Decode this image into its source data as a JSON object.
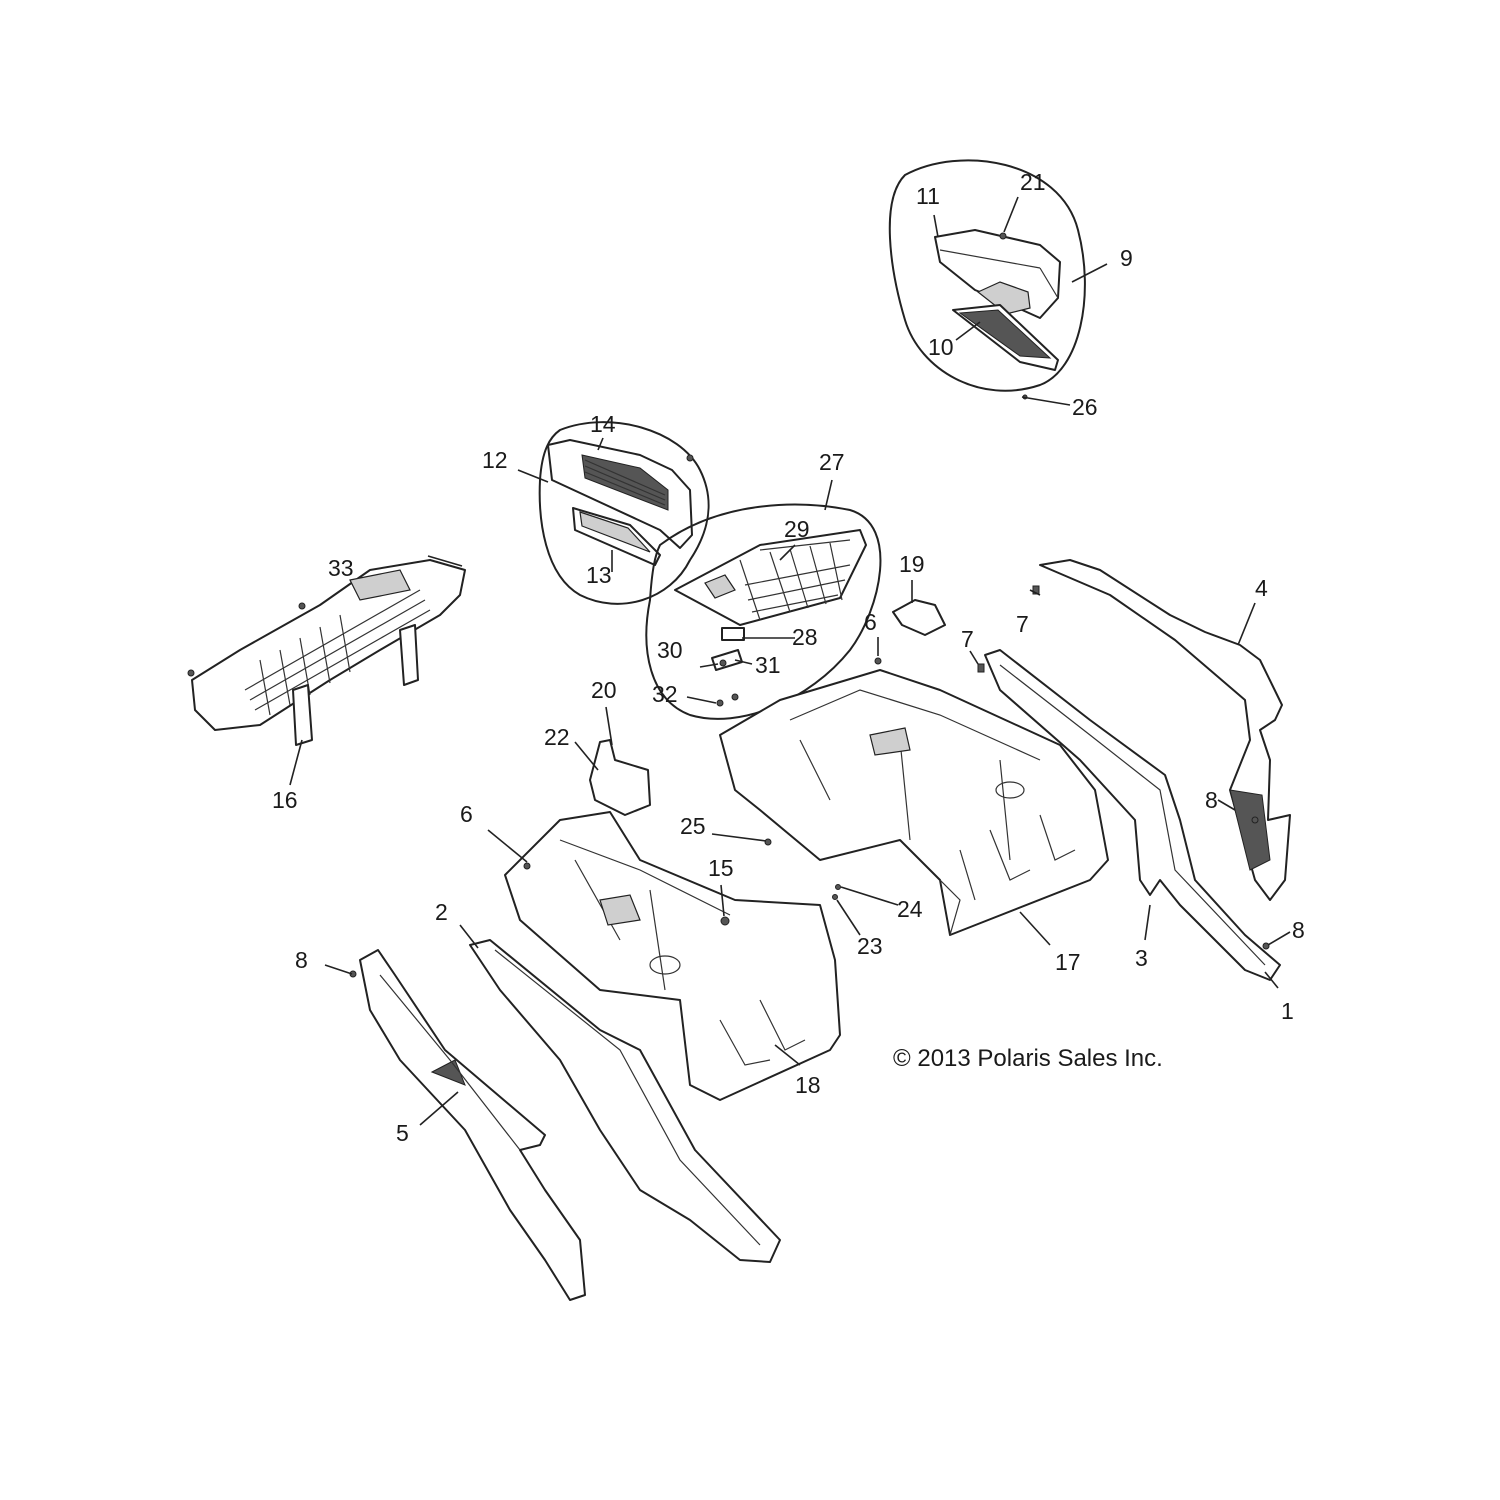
{
  "copyright": "© 2013 Polaris Sales Inc.",
  "callouts": [
    {
      "id": "c1",
      "label": "1"
    },
    {
      "id": "c2",
      "label": "2"
    },
    {
      "id": "c3",
      "label": "3"
    },
    {
      "id": "c4",
      "label": "4"
    },
    {
      "id": "c5",
      "label": "5"
    },
    {
      "id": "c6a",
      "label": "6"
    },
    {
      "id": "c6b",
      "label": "6"
    },
    {
      "id": "c7a",
      "label": "7"
    },
    {
      "id": "c7b",
      "label": "7"
    },
    {
      "id": "c8a",
      "label": "8"
    },
    {
      "id": "c8b",
      "label": "8"
    },
    {
      "id": "c8c",
      "label": "8"
    },
    {
      "id": "c9",
      "label": "9"
    },
    {
      "id": "c10",
      "label": "10"
    },
    {
      "id": "c11",
      "label": "11"
    },
    {
      "id": "c12",
      "label": "12"
    },
    {
      "id": "c13",
      "label": "13"
    },
    {
      "id": "c14",
      "label": "14"
    },
    {
      "id": "c15",
      "label": "15"
    },
    {
      "id": "c16",
      "label": "16"
    },
    {
      "id": "c17",
      "label": "17"
    },
    {
      "id": "c18",
      "label": "18"
    },
    {
      "id": "c19",
      "label": "19"
    },
    {
      "id": "c20",
      "label": "20"
    },
    {
      "id": "c21",
      "label": "21"
    },
    {
      "id": "c22",
      "label": "22"
    },
    {
      "id": "c23",
      "label": "23"
    },
    {
      "id": "c24",
      "label": "24"
    },
    {
      "id": "c25",
      "label": "25"
    },
    {
      "id": "c26",
      "label": "26"
    },
    {
      "id": "c27",
      "label": "27"
    },
    {
      "id": "c28",
      "label": "28"
    },
    {
      "id": "c29",
      "label": "29"
    },
    {
      "id": "c30",
      "label": "30"
    },
    {
      "id": "c31",
      "label": "31"
    },
    {
      "id": "c32",
      "label": "32"
    },
    {
      "id": "c33",
      "label": "33"
    }
  ]
}
